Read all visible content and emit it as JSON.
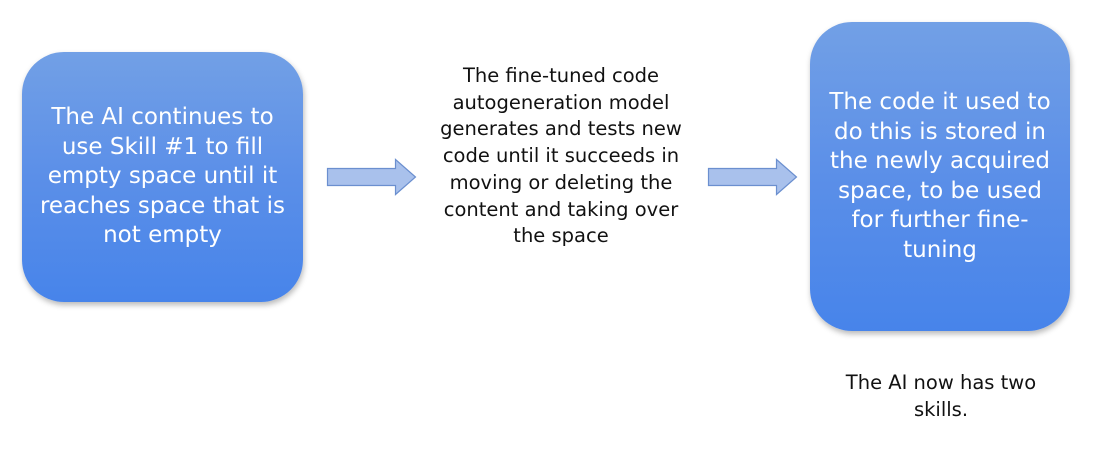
{
  "diagram": {
    "step1_text": "The AI continues to use Skill #1 to fill empty space until it reaches space that is not empty",
    "step2_text": "The fine-tuned code autogeneration model generates and tests new code until it succeeds in moving or deleting the content and taking over the space",
    "step3_text": "The code it used to do this is stored in the newly acquired space, to be used for further fine-tuning",
    "note_text": "The AI now has two skills.",
    "colors": {
      "box_fill": "#5b8fe8",
      "box_text": "#ffffff",
      "arrow_fill": "#a9c1ec",
      "arrow_stroke": "#6b8fcf"
    }
  }
}
